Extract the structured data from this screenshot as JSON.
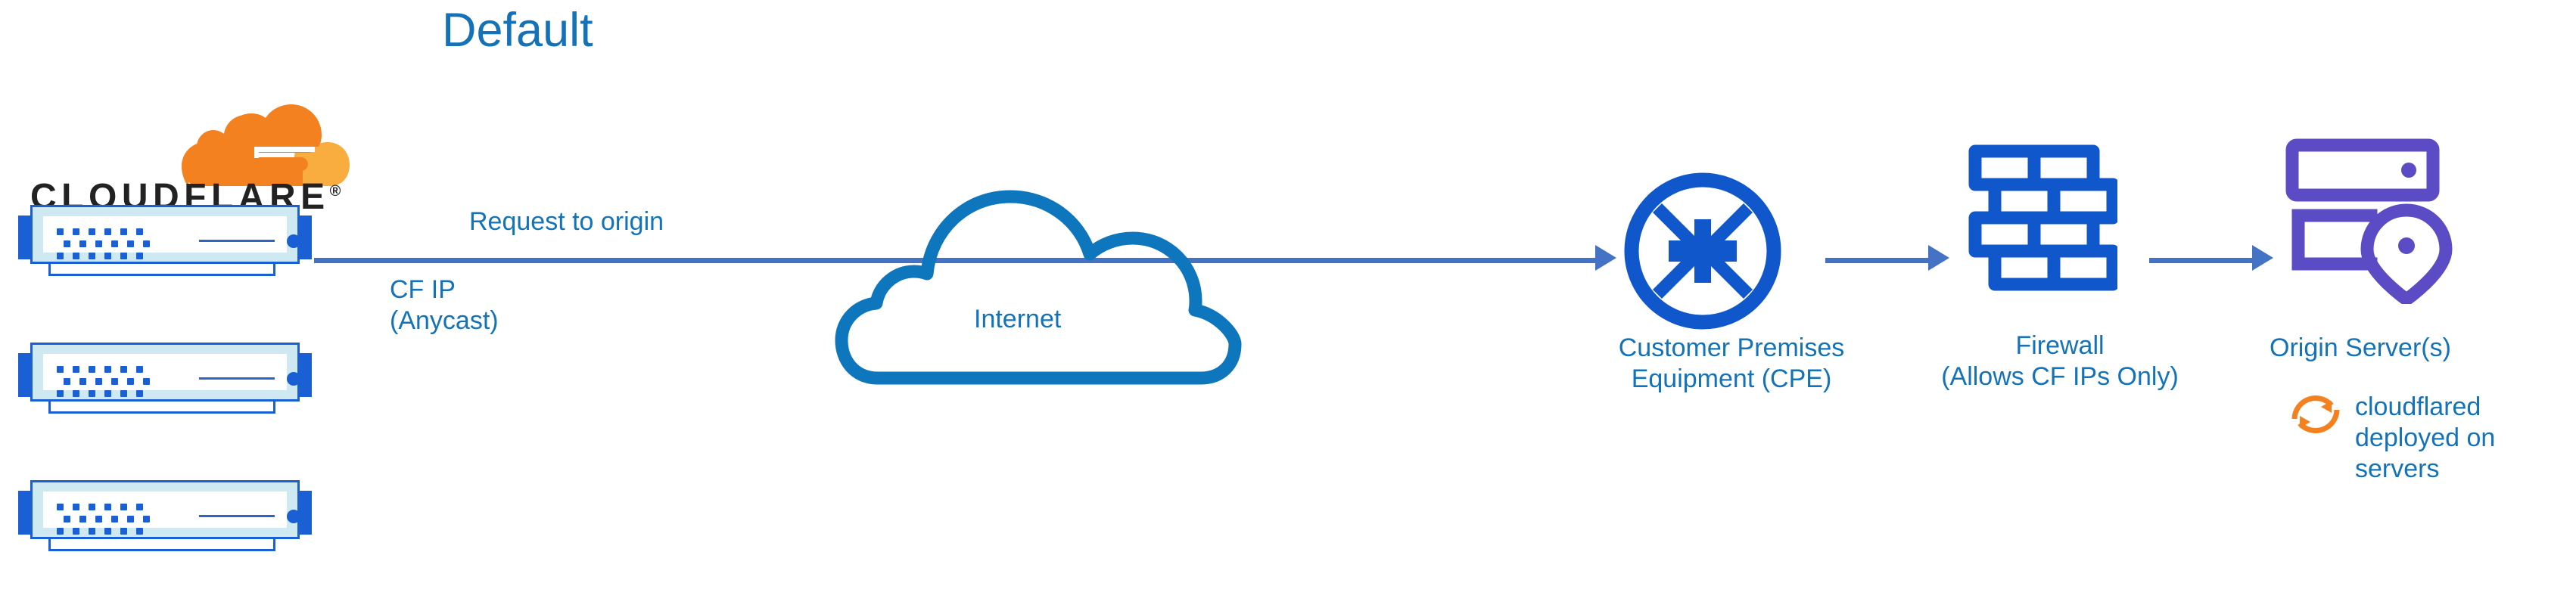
{
  "title": "Default",
  "brand": {
    "wordmark": "CLOUDFLARE",
    "registered_mark": "®",
    "logo_orange": "#f48120",
    "logo_orange_light": "#faad3f"
  },
  "colors": {
    "title_blue": "#1473b8",
    "label_blue": "#1473b8",
    "arrow_blue": "#4472c4",
    "cloud_blue": "#0e76bc",
    "icon_blue": "#1057cc",
    "device_border_blue": "#1a5fd4",
    "device_body_blue": "#cfe9f2",
    "origin_purple": "#5b4bc4",
    "cloudflared_orange": "#f4811f"
  },
  "devices": {
    "count": 3,
    "name": "cloudflare-edge-server"
  },
  "labels": {
    "request_to_origin": "Request to origin",
    "cf_ip": "CF IP\n(Anycast)",
    "internet": "Internet",
    "cpe": "Customer Premises\nEquipment (CPE)",
    "firewall": "Firewall\n(Allows CF IPs Only)",
    "origin_server": "Origin Server(s)",
    "cloudflared": "cloudflared\ndeployed on\nservers"
  },
  "icons": {
    "cloudflare_cloud": "cloudflare-cloud-logo-icon",
    "edge_server": "rack-server-icon",
    "internet": "cloud-outline-icon",
    "cpe": "router-expand-arrows-icon",
    "firewall": "brick-wall-icon",
    "origin": "server-stack-location-pin-icon",
    "cloudflared": "circular-sync-arrows-icon"
  },
  "flow": [
    {
      "from": "cloudflare-edge",
      "to": "internet",
      "label": "Request to origin"
    },
    {
      "from": "internet",
      "to": "cpe",
      "label": ""
    },
    {
      "from": "cpe",
      "to": "firewall",
      "label": ""
    },
    {
      "from": "firewall",
      "to": "origin-server",
      "label": ""
    }
  ]
}
